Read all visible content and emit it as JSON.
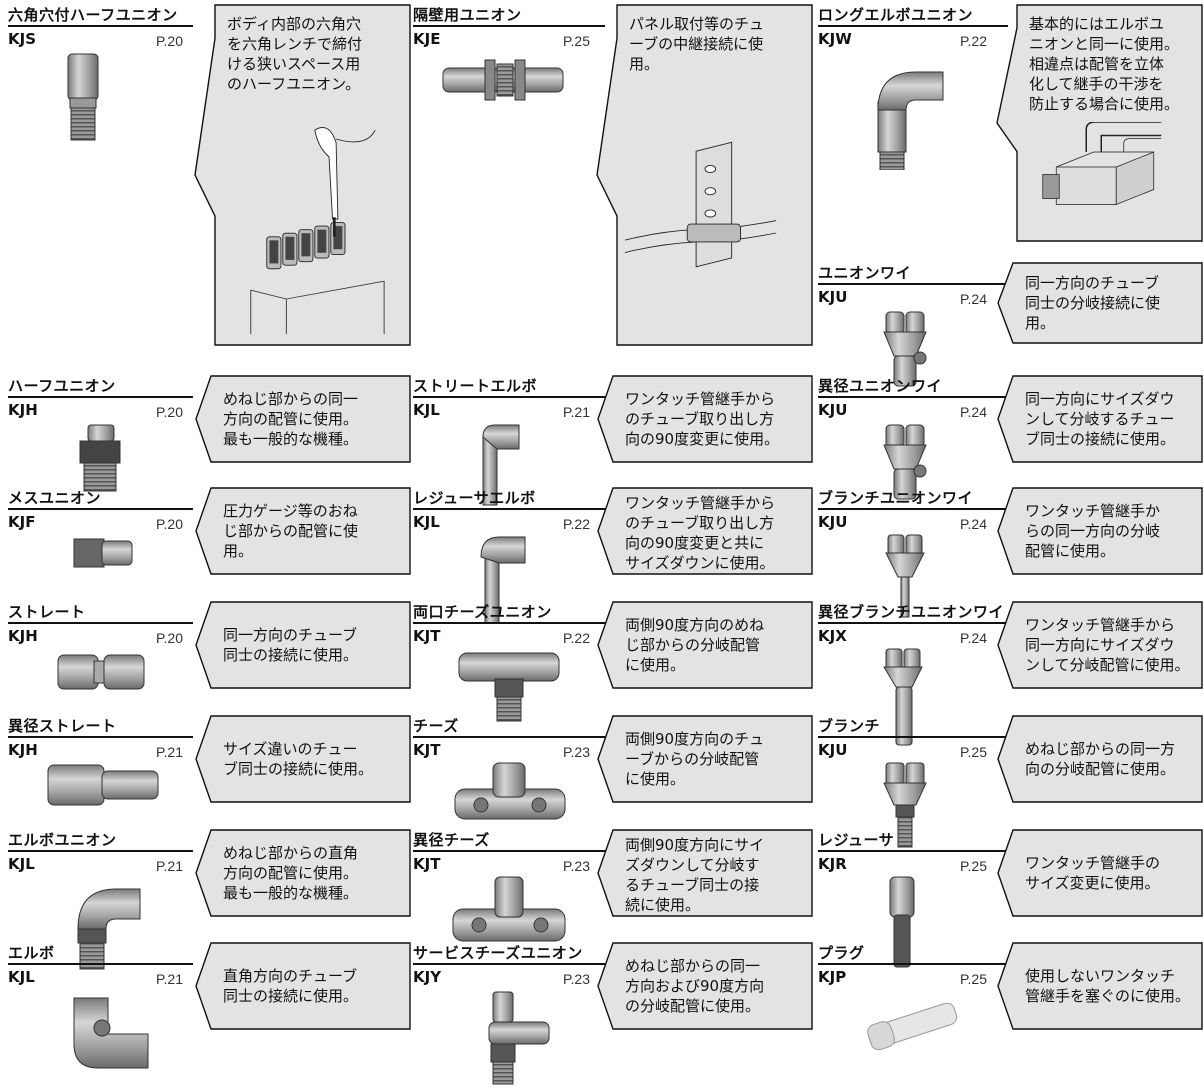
{
  "colors": {
    "callout_fill": "#e3e3e3",
    "line": "#111111",
    "metal": "#b7b7b7",
    "metal_dark": "#6d6d6d"
  },
  "entries": [
    {
      "id": "kjs",
      "title": "六角穴付ハーフユニオン",
      "code": "KJS",
      "page": "P.20",
      "desc": [
        "ボディ内部の六角穴",
        "を六角レンチで締付",
        "ける狭いスペース用",
        "のハーフユニオン。"
      ]
    },
    {
      "id": "kje",
      "title": "隔壁用ユニオン",
      "code": "KJE",
      "page": "P.25",
      "desc": [
        "パネル取付等のチュ",
        "ーブの中継接続に使",
        "用。"
      ]
    },
    {
      "id": "kjw",
      "title": "ロングエルボユニオン",
      "code": "KJW",
      "page": "P.22",
      "desc": [
        "基本的にはエルボユ",
        "ニオンと同一に使用。",
        "相違点は配管を立体",
        "化して継手の干渉を",
        "防止する場合に使用。"
      ]
    },
    {
      "id": "kju1",
      "title": "ユニオンワイ",
      "code": "KJU",
      "page": "P.24",
      "desc": [
        "同一方向のチューブ",
        "同士の分岐接続に使",
        "用。"
      ]
    },
    {
      "id": "kjh1",
      "title": "ハーフユニオン",
      "code": "KJH",
      "page": "P.20",
      "desc": [
        "めねじ部からの同一",
        "方向の配管に使用。",
        "最も一般的な機種。"
      ]
    },
    {
      "id": "kjl1",
      "title": "ストリートエルボ",
      "code": "KJL",
      "page": "P.21",
      "desc": [
        "ワンタッチ管継手から",
        "のチューブ取り出し方",
        "向の90度変更に使用。"
      ]
    },
    {
      "id": "kju2",
      "title": "異径ユニオンワイ",
      "code": "KJU",
      "page": "P.24",
      "desc": [
        "同一方向にサイズダウ",
        "ンして分岐するチュー",
        "ブ同士の接続に使用。"
      ]
    },
    {
      "id": "kjf",
      "title": "メスユニオン",
      "code": "KJF",
      "page": "P.20",
      "desc": [
        "圧力ゲージ等のおね",
        "じ部からの配管に使",
        "用。"
      ]
    },
    {
      "id": "kjl2",
      "title": "レジューサエルボ",
      "code": "KJL",
      "page": "P.22",
      "desc": [
        "ワンタッチ管継手から",
        "のチューブ取り出し方",
        "向の90度変更と共に",
        "サイズダウンに使用。"
      ]
    },
    {
      "id": "kju3",
      "title": "ブランチユニオンワイ",
      "code": "KJU",
      "page": "P.24",
      "desc": [
        "ワンタッチ管継手か",
        "らの同一方向の分岐",
        "配管に使用。"
      ]
    },
    {
      "id": "kjh2",
      "title": "ストレート",
      "code": "KJH",
      "page": "P.20",
      "desc": [
        "同一方向のチューブ",
        "同士の接続に使用。"
      ]
    },
    {
      "id": "kjt1",
      "title": "両口チーズユニオン",
      "code": "KJT",
      "page": "P.22",
      "desc": [
        "両側90度方向のめね",
        "じ部からの分岐配管",
        "に使用。"
      ]
    },
    {
      "id": "kjx",
      "title": "異径ブランチユニオンワイ",
      "code": "KJX",
      "page": "P.24",
      "desc": [
        "ワンタッチ管継手から",
        "同一方向にサイズダウ",
        "ンして分岐配管に使用。"
      ]
    },
    {
      "id": "kjh3",
      "title": "異径ストレート",
      "code": "KJH",
      "page": "P.21",
      "desc": [
        "サイズ違いのチュー",
        "ブ同士の接続に使用。"
      ]
    },
    {
      "id": "kjt2",
      "title": "チーズ",
      "code": "KJT",
      "page": "P.23",
      "desc": [
        "両側90度方向のチュ",
        "ーブからの分岐配管",
        "に使用。"
      ]
    },
    {
      "id": "kju4",
      "title": "ブランチ",
      "code": "KJU",
      "page": "P.25",
      "desc": [
        "めねじ部からの同一方",
        "向の分岐配管に使用。"
      ]
    },
    {
      "id": "kjl3",
      "title": "エルボユニオン",
      "code": "KJL",
      "page": "P.21",
      "desc": [
        "めねじ部からの直角",
        "方向の配管に使用。",
        "最も一般的な機種。"
      ]
    },
    {
      "id": "kjt3",
      "title": "異径チーズ",
      "code": "KJT",
      "page": "P.23",
      "desc": [
        "両側90度方向にサイ",
        "ズダウンして分岐す",
        "るチューブ同士の接",
        "続に使用。"
      ]
    },
    {
      "id": "kjr",
      "title": "レジューサ",
      "code": "KJR",
      "page": "P.25",
      "desc": [
        "ワンタッチ管継手の",
        "サイズ変更に使用。"
      ]
    },
    {
      "id": "kjl4",
      "title": "エルボ",
      "code": "KJL",
      "page": "P.21",
      "desc": [
        "直角方向のチューブ",
        "同士の接続に使用。"
      ]
    },
    {
      "id": "kjy",
      "title": "サービスチーズユニオン",
      "code": "KJY",
      "page": "P.23",
      "desc": [
        "めねじ部からの同一",
        "方向および90度方向",
        "の分岐配管に使用。"
      ]
    },
    {
      "id": "kjp",
      "title": "プラグ",
      "code": "KJP",
      "page": "P.25",
      "desc": [
        "使用しないワンタッチ",
        "管継手を塞ぐのに使用。"
      ]
    }
  ]
}
